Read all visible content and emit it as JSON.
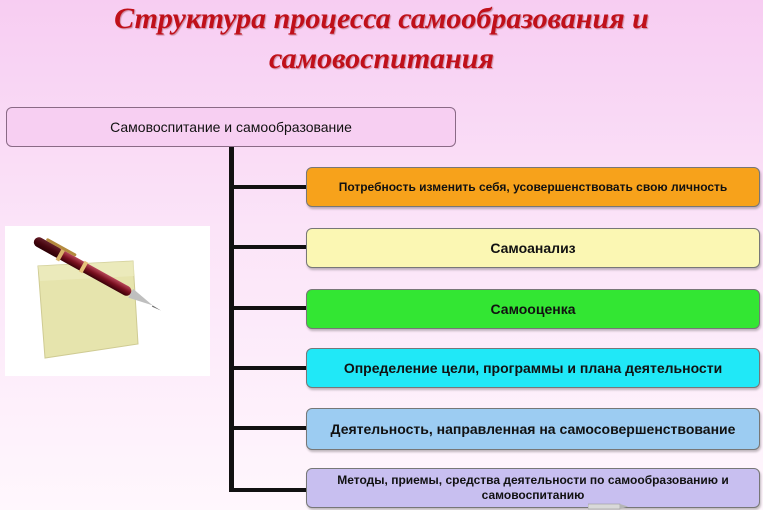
{
  "title": {
    "line1": "Структура процесса самообразования и",
    "line2": "самовоспитания"
  },
  "root": {
    "label": "Самовоспитание и самообразование"
  },
  "nodes": [
    {
      "label": "Потребность изменить себя, усовершенствовать свою личность",
      "color": "#f7a21b"
    },
    {
      "label": "Самоанализ",
      "color": "#fbf7b3"
    },
    {
      "label": "Самооценка",
      "color": "#33e633"
    },
    {
      "label": "Определение цели, программы и плана деятельности",
      "color": "#20e8f7"
    },
    {
      "label": "Деятельность, направленная на самосовершенствование",
      "color": "#9cccf2"
    },
    {
      "label": "Методы, приемы, средства деятельности по самообразованию и самовоспитанию",
      "color": "#c8bff0"
    }
  ],
  "colors": {
    "title": "#c0101a",
    "root_fill": "#f7cff2",
    "connector": "#111111"
  },
  "icons": [
    "pen-icon",
    "sticky-note-icon",
    "pencil-icon"
  ]
}
